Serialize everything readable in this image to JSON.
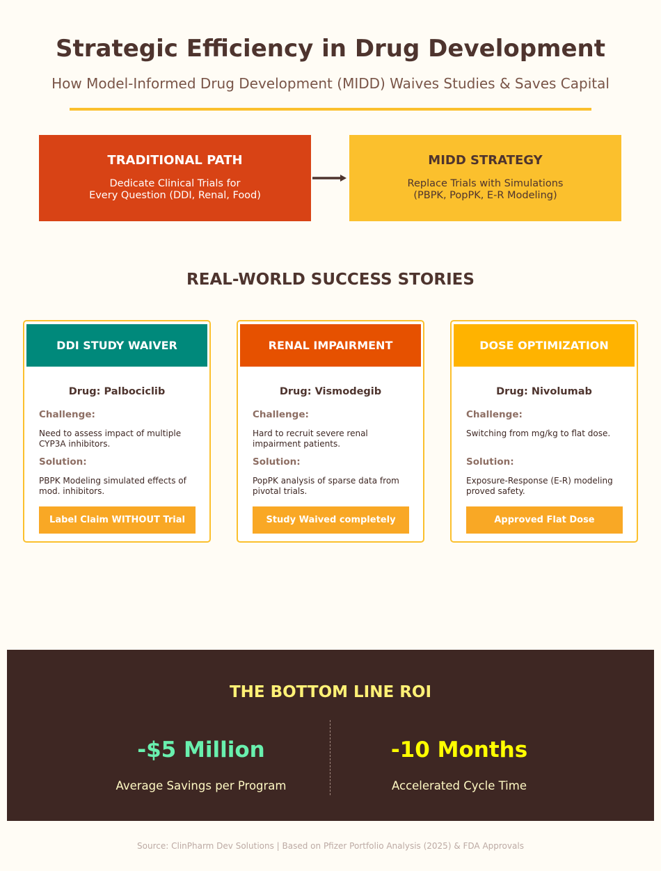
{
  "header": {
    "title": "Strategic Efficiency in Drug Development",
    "subtitle": "How Model-Informed Drug Development (MIDD) Waives Studies & Saves Capital"
  },
  "comparison": {
    "traditional": {
      "title": "TRADITIONAL PATH",
      "line1": "Dedicate Clinical Trials for",
      "line2": "Every Question (DDI, Renal, Food)"
    },
    "midd": {
      "title": "MIDD STRATEGY",
      "line1": "Replace Trials with Simulations",
      "line2": "(PBPK, PopPK, E-R Modeling)"
    }
  },
  "section_title": "REAL-WORLD SUCCESS STORIES",
  "cards": [
    {
      "title": "DDI STUDY WAIVER",
      "color": "#00897b",
      "drug": "Drug: Palbociclib",
      "challenge_label": "Challenge:",
      "challenge": "Need to assess impact of multiple CYP3A inhibitors.",
      "solution_label": "Solution:",
      "solution": "PBPK Modeling simulated effects of mod. inhibitors.",
      "result": "Label Claim WITHOUT Trial"
    },
    {
      "title": "RENAL IMPAIRMENT",
      "color": "#e65100",
      "drug": "Drug: Vismodegib",
      "challenge_label": "Challenge:",
      "challenge": "Hard to recruit severe renal impairment patients.",
      "solution_label": "Solution:",
      "solution": "PopPK analysis of sparse data from pivotal trials.",
      "result": "Study Waived completely"
    },
    {
      "title": "DOSE OPTIMIZATION",
      "color": "#ffb300",
      "drug": "Drug: Nivolumab",
      "challenge_label": "Challenge:",
      "challenge": "Switching from mg/kg to flat dose.",
      "solution_label": "Solution:",
      "solution": "Exposure-Response (E-R) modeling proved safety.",
      "result": "Approved Flat Dose"
    }
  ],
  "roi": {
    "title": "THE BOTTOM LINE ROI",
    "metrics": [
      {
        "value": "-$5 Million",
        "label": "Average Savings per Program",
        "color": "#69f0ae"
      },
      {
        "value": "-10 Months",
        "label": "Accelerated Cycle Time",
        "color": "#ffff00"
      }
    ]
  },
  "footer": "Source: ClinPharm Dev Solutions | Based on Pfizer Portfolio Analysis (2025) & FDA Approvals"
}
